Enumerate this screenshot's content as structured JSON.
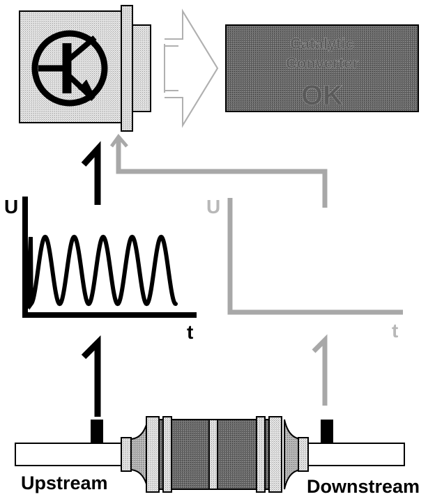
{
  "catalytic_status": {
    "line1": "Catalytic",
    "line2": "Converter",
    "line3": "OK",
    "bg_color": "#5f5f5f"
  },
  "upstream_graph": {
    "y_label": "U",
    "x_label": "t"
  },
  "downstream_graph": {
    "y_label": "U",
    "x_label": "t"
  },
  "exhaust": {
    "upstream_label": "Upstream",
    "downstream_label": "Downstream"
  },
  "icons": {
    "ecu": "transistor-icon"
  }
}
